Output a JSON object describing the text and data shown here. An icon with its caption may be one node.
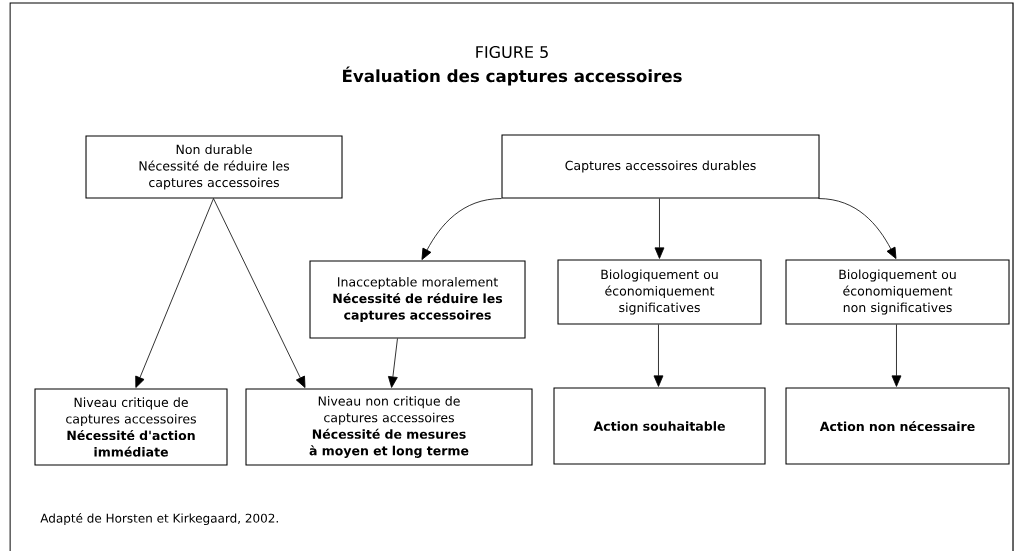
{
  "diagram": {
    "title": "Évaluation des captures accessoires",
    "nodes": [
      {
        "text": [
          "Non durable",
          "Nécessité de réduire les captures accessoires"
        ]
      },
      {
        "text": [
          "Captures accessoires durables"
        ]
      },
      {
        "text": [
          "Inacceptable moralement",
          "**Nécessité de réduire les captures accessoires**"
        ]
      },
      {
        "text": [
          "Biologiquement ou économiquement significatives"
        ]
      },
      {
        "text": [
          "Biologiquement ou économiquement non significatives"
        ]
      },
      {
        "text": [
          "Niveau critique de captures accessoires",
          "**Nécessité d'action immédiate**"
        ]
      },
      {
        "text": [
          "Niveau non critique de captures accessoires",
          "**Nécessité de mesures à moyen et long terme**"
        ]
      },
      {
        "text": [
          "**Action souhaitable**"
        ]
      },
      {
        "text": [
          "**Action non nécessaire**"
        ]
      }
    ],
    "edges": [
      {
        "from": 0,
        "to": 5,
        "arrow": "to"
      },
      {
        "from": 0,
        "to": 6,
        "arrow": "to"
      },
      {
        "from": 1,
        "to": 2,
        "arrow": "to"
      },
      {
        "from": 1,
        "to": 3,
        "arrow": "to"
      },
      {
        "from": 1,
        "to": 4,
        "arrow": "to"
      },
      {
        "from": 2,
        "to": 6,
        "arrow": "to"
      },
      {
        "from": 3,
        "to": 7,
        "arrow": "to"
      },
      {
        "from": 4,
        "to": 8,
        "arrow": "to"
      }
    ],
    "labels": [
      "FIGURE 5",
      "Adapté de Horsten et Kirkegaard, 2002."
    ]
  }
}
